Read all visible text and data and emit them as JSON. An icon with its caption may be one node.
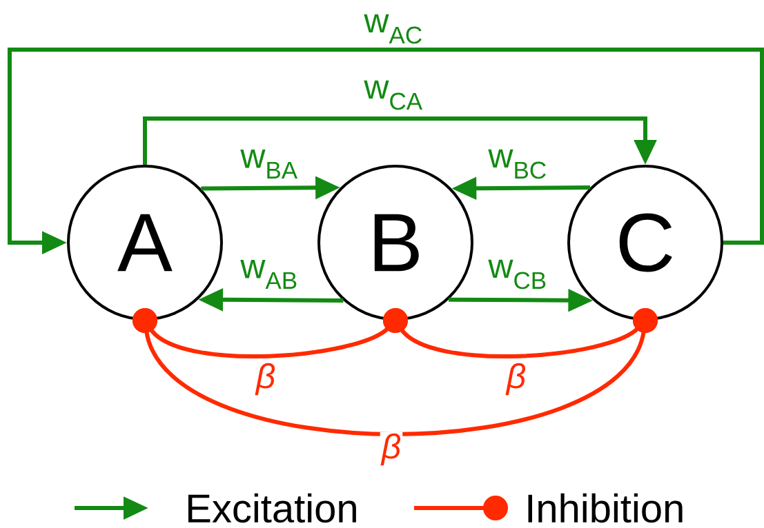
{
  "diagram": {
    "nodes": [
      {
        "text": [
          "A"
        ]
      },
      {
        "text": [
          "B"
        ]
      },
      {
        "text": [
          "C"
        ]
      }
    ],
    "edges": [
      {
        "from": 0,
        "to": 1,
        "arrow": "to",
        "label": "w$_{BA}$"
      },
      {
        "from": 2,
        "to": 1,
        "arrow": "to",
        "label": "w$_{BC}$"
      },
      {
        "from": 1,
        "to": 0,
        "arrow": "to",
        "label": "w$_{AB}$"
      },
      {
        "from": 1,
        "to": 2,
        "arrow": "to",
        "label": "w$_{CB}$"
      },
      {
        "from": 0,
        "to": 2,
        "arrow": "to",
        "label": "w$_{CA}$"
      },
      {
        "from": 2,
        "to": 0,
        "arrow": "to",
        "label": "w$_{AC}$"
      },
      {
        "from": 0,
        "to": 1,
        "arrow": "other",
        "label": "β",
        "color": "#ff2a00"
      },
      {
        "from": 1,
        "to": 2,
        "arrow": "other",
        "label": "β",
        "color": "#ff2a00"
      },
      {
        "from": 0,
        "to": 2,
        "arrow": "other",
        "label": "β",
        "color": "#ff2a00"
      }
    ],
    "legend": [
      {
        "text": "Excitation"
      },
      {
        "text": "Inhibition"
      }
    ]
  }
}
